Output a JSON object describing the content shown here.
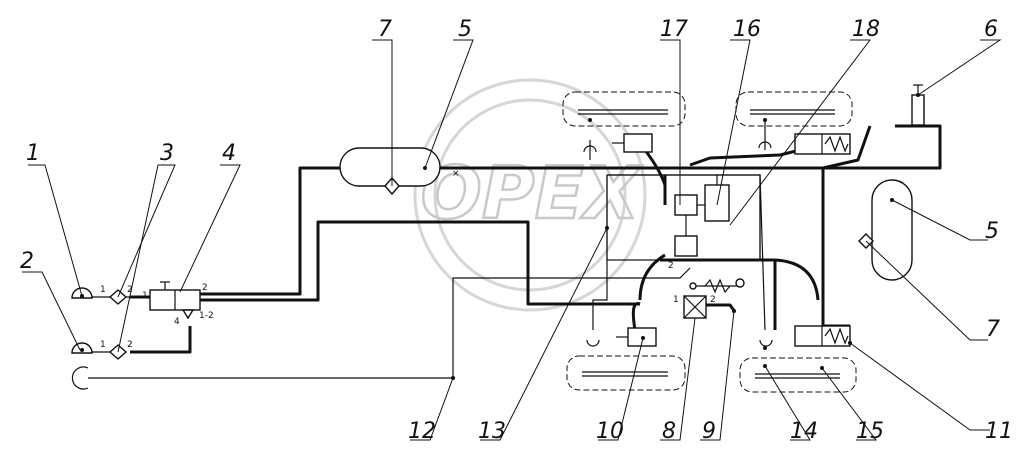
{
  "watermark": {
    "text": "OPEX"
  },
  "callouts": [
    {
      "id": "c1",
      "label": "1"
    },
    {
      "id": "c2",
      "label": "2"
    },
    {
      "id": "c3",
      "label": "3"
    },
    {
      "id": "c4",
      "label": "4"
    },
    {
      "id": "c5a",
      "label": "5"
    },
    {
      "id": "c5b",
      "label": "5"
    },
    {
      "id": "c6",
      "label": "6"
    },
    {
      "id": "c7a",
      "label": "7"
    },
    {
      "id": "c7b",
      "label": "7"
    },
    {
      "id": "c8",
      "label": "8"
    },
    {
      "id": "c9",
      "label": "9"
    },
    {
      "id": "c10",
      "label": "10"
    },
    {
      "id": "c11",
      "label": "11"
    },
    {
      "id": "c12",
      "label": "12"
    },
    {
      "id": "c13",
      "label": "13"
    },
    {
      "id": "c14",
      "label": "14"
    },
    {
      "id": "c15",
      "label": "15"
    },
    {
      "id": "c16",
      "label": "16"
    },
    {
      "id": "c17",
      "label": "17"
    },
    {
      "id": "c18",
      "label": "18"
    }
  ],
  "ports": {
    "filter_top_1": "1",
    "filter_top_2": "2",
    "filter_bot_1": "1",
    "filter_bot_2": "2",
    "valve_1": "1",
    "valve_2": "2",
    "valve_4": "4",
    "valve_12": "1-2",
    "brake_1": "1",
    "brake_2": "2",
    "center_2": "2"
  }
}
